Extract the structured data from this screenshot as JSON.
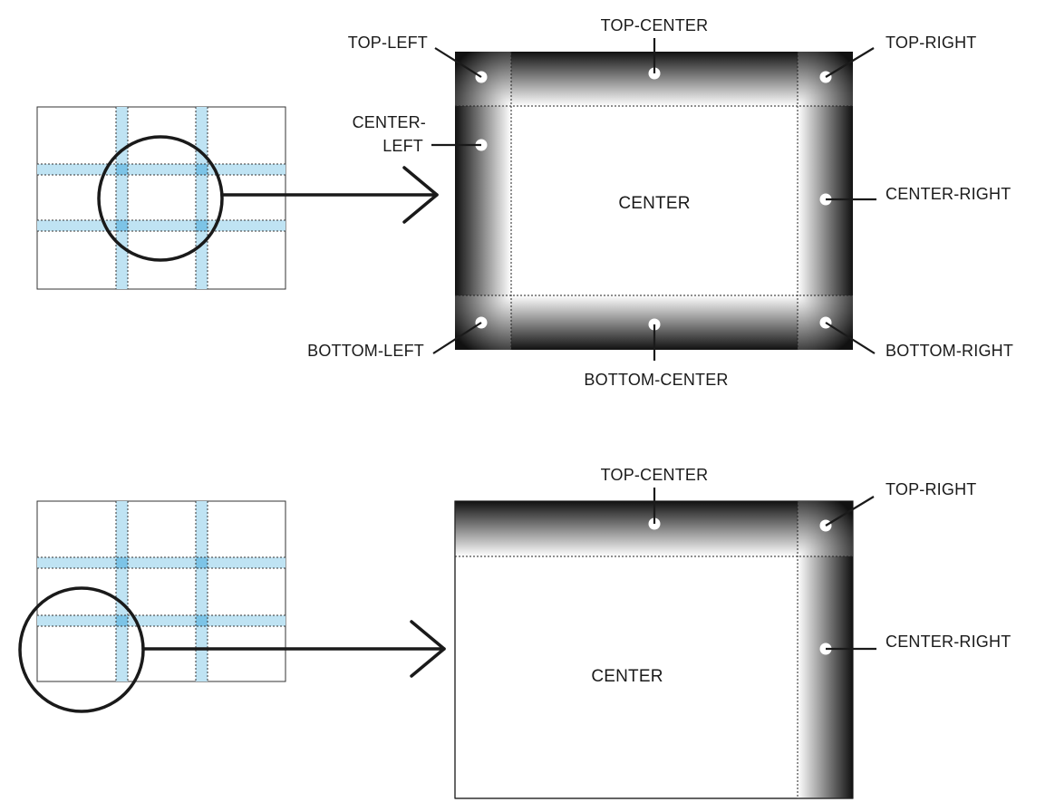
{
  "colors": {
    "grid_highlight": "#bfe3f3",
    "grid_intersection": "#7cc3e6",
    "frame_dark": "#111111",
    "frame_light": "#ffffff",
    "line": "#1a1a1a"
  },
  "top_diagram": {
    "labels": {
      "top_left": "TOP-LEFT",
      "top_center": "TOP-CENTER",
      "top_right": "TOP-RIGHT",
      "center_left_line1": "CENTER-",
      "center_left_line2": "LEFT",
      "center": "CENTER",
      "center_right": "CENTER-RIGHT",
      "bottom_left": "BOTTOM-LEFT",
      "bottom_center": "BOTTOM-CENTER",
      "bottom_right": "BOTTOM-RIGHT"
    }
  },
  "bottom_diagram": {
    "labels": {
      "top_center": "TOP-CENTER",
      "top_right": "TOP-RIGHT",
      "center_right": "CENTER-RIGHT",
      "center": "CENTER"
    }
  }
}
